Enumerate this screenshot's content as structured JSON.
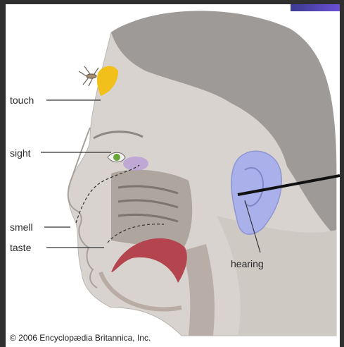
{
  "labels": {
    "touch": "touch",
    "sight": "sight",
    "smell": "smell",
    "taste": "taste",
    "hearing": "hearing"
  },
  "copyright": "© 2006 Encyclopædia Britannica, Inc.",
  "colors": {
    "skin": "#d8d3cf",
    "hair": "#9d9a98",
    "touch": "#f2c01a",
    "sight": "#b79ad6",
    "hearing": "#a9b0ea",
    "tongue": "#b4454f"
  }
}
